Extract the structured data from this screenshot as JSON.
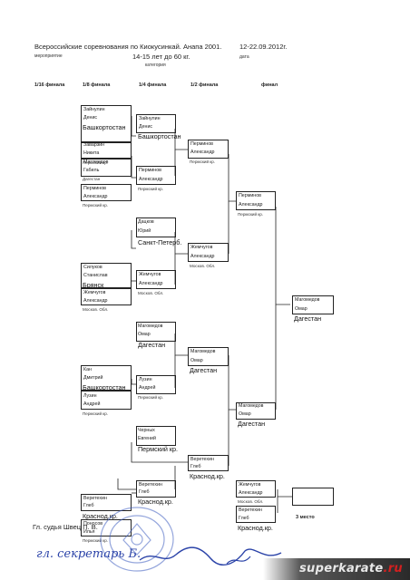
{
  "header": {
    "title": "Всероссийские соревнования по Киокусинкай. Анапа 2001.",
    "dates": "12-22.09.2012г.",
    "event_label": "мероприятие",
    "date_label": "дата",
    "category": "14-15 лет до 60 кг.",
    "category_label": "категория"
  },
  "columns": {
    "r16": "1/16 финала",
    "r8": "1/8 финала",
    "r4": "1/4 финала",
    "r2": "1/2 финала",
    "final": "финал"
  },
  "entries": [
    {
      "n1": "Зайнулин",
      "n2": "Денис",
      "reg": "Башкортостан"
    },
    {
      "n1": "Заварзин",
      "n2": "Никита",
      "reg": "Пермский кр."
    },
    {
      "n1": "Магомедов",
      "n2": "Габиль",
      "reg": "Дагестан"
    },
    {
      "n1": "Перминов",
      "n2": "Александр",
      "reg": "Пермский кр."
    },
    {
      "n1": "Дацков",
      "n2": "Юрий",
      "reg": "Санкт-Петерб."
    },
    {
      "n1": "Силуков",
      "n2": "Станислав",
      "reg": "Брянск"
    },
    {
      "n1": "Жемчугов",
      "n2": "Александр",
      "reg": "Москов. Обл."
    },
    {
      "n1": "Магомедов",
      "n2": "Омар",
      "reg": "Дагестан"
    },
    {
      "n1": "Кан",
      "n2": "Дмитрий",
      "reg": "Башкортостан"
    },
    {
      "n1": "Лузин",
      "n2": "Андрей",
      "reg": "Пермский кр."
    },
    {
      "n1": "Черных",
      "n2": "Евгений",
      "reg": "Пермский кр."
    },
    {
      "n1": "Веретехин",
      "n2": "Глеб",
      "reg": "Краснод.кр."
    },
    {
      "n1": "Поносов",
      "n2": "Илья",
      "reg": "Пермский кр."
    }
  ],
  "r4": [
    {
      "n1": "Зайнулин",
      "n2": "Денис",
      "reg": "Башкортостан"
    },
    {
      "n1": "Перминов",
      "n2": "Александр",
      "reg": "Пермский кр."
    },
    {
      "n1": "Жемчугов",
      "n2": "Александр",
      "reg": "Москов. Обл."
    },
    {
      "n1": "Лузин",
      "n2": "Андрей",
      "reg": "Пермский кр."
    },
    {
      "n1": "Веретехин",
      "n2": "Глеб",
      "reg": "Краснод.кр."
    }
  ],
  "r2": [
    {
      "n1": "Перминов",
      "n2": "Александр",
      "reg": "Пермский кр."
    },
    {
      "n1": "Жемчугов",
      "n2": "Александр",
      "reg": "Москов. Обл."
    },
    {
      "n1": "Магомедов",
      "n2": "Омар",
      "reg": "Дагестан"
    },
    {
      "n1": "Веретехин",
      "n2": "Глеб",
      "reg": "Краснод.кр."
    }
  ],
  "final": [
    {
      "n1": "Перминов",
      "n2": "Александр",
      "reg": "Пермский кр."
    },
    {
      "n1": "Магомедов",
      "n2": "Омар",
      "reg": "Дагестан"
    }
  ],
  "winner": {
    "n1": "Магомедов",
    "n2": "Омар",
    "reg": "Дагестан"
  },
  "third_place": {
    "a": {
      "n1": "Жемчугов",
      "n2": "Александр",
      "reg": "Москов. Обл."
    },
    "b": {
      "n1": "Веретехин",
      "n2": "Глеб",
      "reg": "Краснод.кр."
    },
    "label": "3 место"
  },
  "footer": {
    "judge": "Гл. судья   Швец П. В.",
    "secretary": "гл. секретарь  Б.",
    "watermark_main": "superkarate",
    "watermark_tld": ".ru"
  }
}
